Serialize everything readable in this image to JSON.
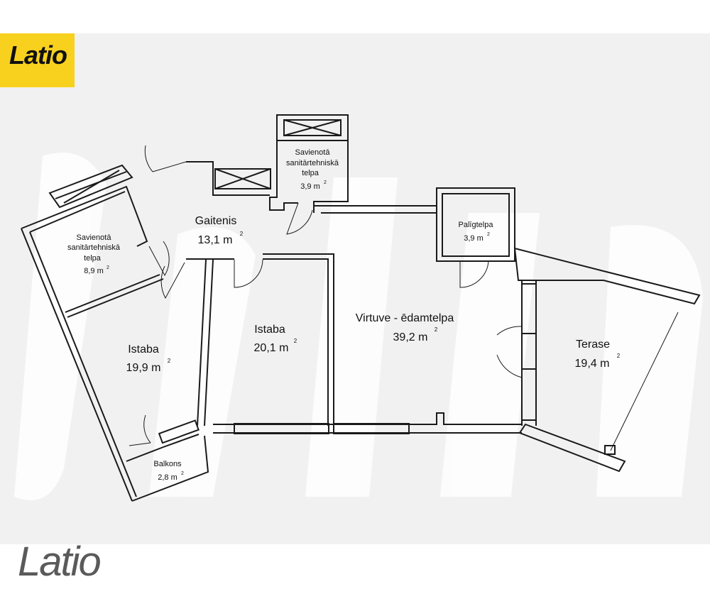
{
  "brand": {
    "logo_top": "Latio",
    "logo_bottom": "Latio",
    "accent_color": "#f7d11e"
  },
  "rooms": {
    "bath_top": {
      "line1": "Savienotā",
      "line2": "sanitārtehniskā",
      "line3": "telpa",
      "area": "3,9 m",
      "unit_sup": "2"
    },
    "hall": {
      "name": "Gaitenis",
      "area": "13,1 m",
      "unit_sup": "2"
    },
    "bath_left": {
      "line1": "Savienotā",
      "line2": "sanitārtehniskā",
      "line3": "telpa",
      "area": "8,9 m",
      "unit_sup": "2"
    },
    "utility": {
      "name": "Palīgtelpa",
      "area": "3,9 m",
      "unit_sup": "2"
    },
    "room_left": {
      "name": "Istaba",
      "area": "19,9 m",
      "unit_sup": "2"
    },
    "room_mid": {
      "name": "Istaba",
      "area": "20,1 m",
      "unit_sup": "2"
    },
    "kitchen": {
      "name": "Virtuve - ēdamtelpa",
      "area": "39,2 m",
      "unit_sup": "2"
    },
    "terrace": {
      "name": "Terase",
      "area": "19,4 m",
      "unit_sup": "2"
    },
    "balcony": {
      "name": "Balkons",
      "area": "2,8 m",
      "unit_sup": "2"
    }
  }
}
